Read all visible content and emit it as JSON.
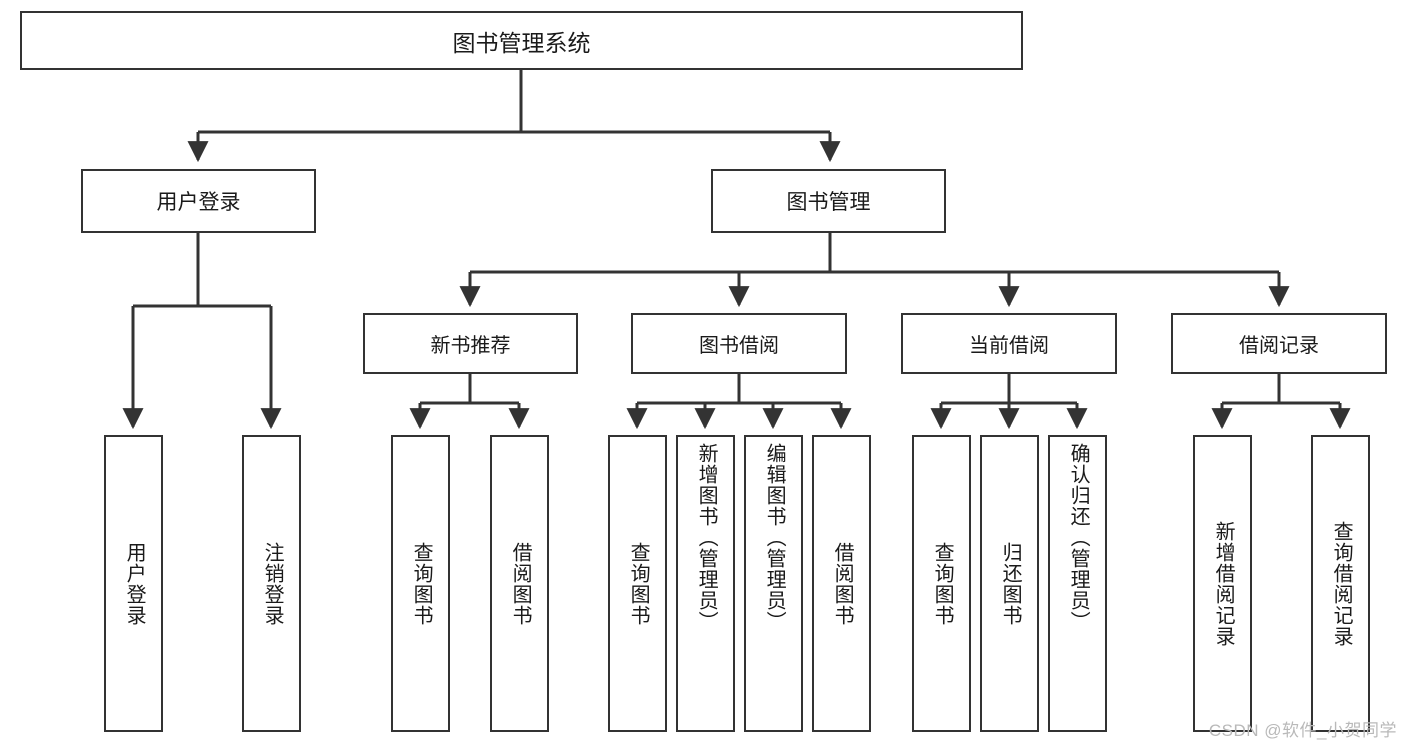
{
  "diagram": {
    "title": "图书管理系统",
    "watermark": "CSDN @软件_小贺同学",
    "line_color": "#333333",
    "box_fill": "#ffffff",
    "text_color": "#1a1a1a",
    "watermark_color": "#b9b9b9"
  },
  "nodes": {
    "root": {
      "label": "图书管理系统"
    },
    "level2": [
      {
        "label": "用户登录"
      },
      {
        "label": "图书管理"
      }
    ],
    "level3": [
      {
        "label": "新书推荐"
      },
      {
        "label": "图书借阅"
      },
      {
        "label": "当前借阅"
      },
      {
        "label": "借阅记录"
      }
    ],
    "leaves": {
      "user_login": [
        {
          "label": "用户登录"
        },
        {
          "label": "注销登录"
        }
      ],
      "new_book_recommend": [
        {
          "label": "查询图书"
        },
        {
          "label": "借阅图书"
        }
      ],
      "book_borrow": [
        {
          "label": "查询图书"
        },
        {
          "label": "新增图书（管理员）"
        },
        {
          "label": "编辑图书（管理员）"
        },
        {
          "label": "借阅图书"
        }
      ],
      "current_borrow": [
        {
          "label": "查询图书"
        },
        {
          "label": "归还图书"
        },
        {
          "label": "确认归还（管理员）"
        }
      ],
      "borrow_record": [
        {
          "label": "新增借阅记录"
        },
        {
          "label": "查询借阅记录"
        }
      ]
    }
  },
  "chart_data": {
    "type": "table",
    "title": "图书管理系统 功能结构图",
    "hierarchy": [
      {
        "label": "图书管理系统",
        "children": [
          {
            "label": "用户登录",
            "children": [
              {
                "label": "用户登录"
              },
              {
                "label": "注销登录"
              }
            ]
          },
          {
            "label": "图书管理",
            "children": [
              {
                "label": "新书推荐",
                "children": [
                  {
                    "label": "查询图书"
                  },
                  {
                    "label": "借阅图书"
                  }
                ]
              },
              {
                "label": "图书借阅",
                "children": [
                  {
                    "label": "查询图书"
                  },
                  {
                    "label": "新增图书（管理员）"
                  },
                  {
                    "label": "编辑图书（管理员）"
                  },
                  {
                    "label": "借阅图书"
                  }
                ]
              },
              {
                "label": "当前借阅",
                "children": [
                  {
                    "label": "查询图书"
                  },
                  {
                    "label": "归还图书"
                  },
                  {
                    "label": "确认归还（管理员）"
                  }
                ]
              },
              {
                "label": "借阅记录",
                "children": [
                  {
                    "label": "新增借阅记录"
                  },
                  {
                    "label": "查询借阅记录"
                  }
                ]
              }
            ]
          }
        ]
      }
    ]
  }
}
